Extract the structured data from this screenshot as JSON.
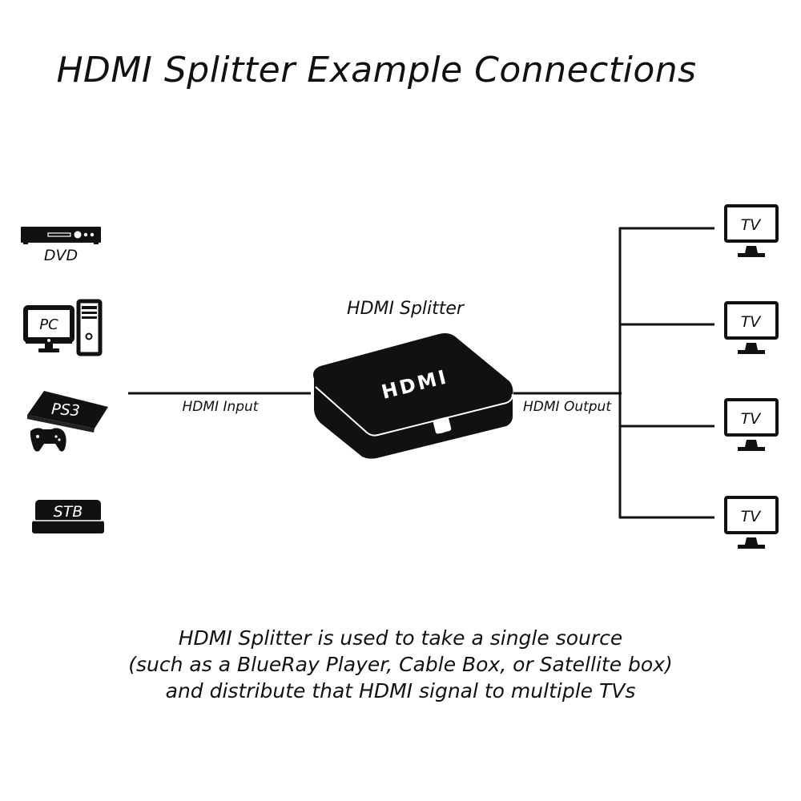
{
  "title": "HDMI Splitter Example Connections",
  "sources": [
    {
      "label": "DVD",
      "icon": "dvd-player-icon"
    },
    {
      "label": "PC",
      "icon": "pc-icon"
    },
    {
      "label": "PS3",
      "icon": "ps3-console-icon"
    },
    {
      "label": "STB",
      "icon": "set-top-box-icon"
    }
  ],
  "splitter": {
    "label": "HDMI Splitter",
    "device_text": "HDMI",
    "input_label": "HDMI Input",
    "output_label": "HDMI Output"
  },
  "outputs": [
    {
      "label": "TV",
      "icon": "tv-icon"
    },
    {
      "label": "TV",
      "icon": "tv-icon"
    },
    {
      "label": "TV",
      "icon": "tv-icon"
    },
    {
      "label": "TV",
      "icon": "tv-icon"
    }
  ],
  "caption": [
    "HDMI Splitter is used to take a single source",
    "(such as a BlueRay Player, Cable Box, or Satellite box)",
    "and distribute that HDMI signal to multiple TVs"
  ]
}
